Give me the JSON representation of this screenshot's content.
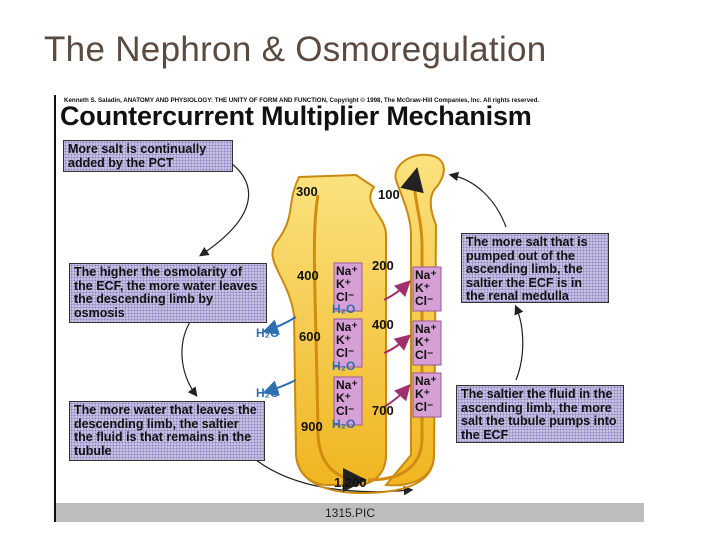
{
  "slide": {
    "title": "The Nephron & Osmoregulation"
  },
  "figure": {
    "copyright": "Kenneth S. Saladin, ANATOMY AND PHYSIOLOGY: THE UNITY OF FORM AND FUNCTION, Copyright © 1998, The McGraw-Hill Companies, Inc.  All rights reserved.",
    "title": "Countercurrent Multiplier Mechanism",
    "footer": "1315.PIC",
    "callouts": {
      "pct": "More salt is continually added by the PCT",
      "osmolarity": "The higher the osmolarity of the ECF, the more water leaves the descending limb by osmosis",
      "more_water": "The more water that leaves the descending limb, the saltier the fluid is that remains in the tubule",
      "more_salt": "The more salt that is pumped out of the ascending limb, the saltier the ECF is in the renal medulla",
      "saltier": "The saltier the fluid in the ascending limb, the more salt the tubule pumps into the ECF"
    },
    "values": {
      "d300": "300",
      "d400": "400",
      "d600": "600",
      "d900": "900",
      "bottom": "1,200",
      "a100": "100",
      "a200": "200",
      "a400": "400",
      "a700": "700"
    },
    "labels": {
      "water": "H₂O",
      "na": "Na⁺",
      "k": "K⁺",
      "cl": "Cl⁻"
    },
    "colors": {
      "tubule": "#f2c230",
      "tubule_inner": "#fbe07a",
      "tubule_edge": "#c98a10",
      "water_blue": "#2f6fb0",
      "ion_box": "#d6a0d6",
      "callout": "#c9c4e4",
      "salt_arrow": "#a0306e"
    }
  }
}
